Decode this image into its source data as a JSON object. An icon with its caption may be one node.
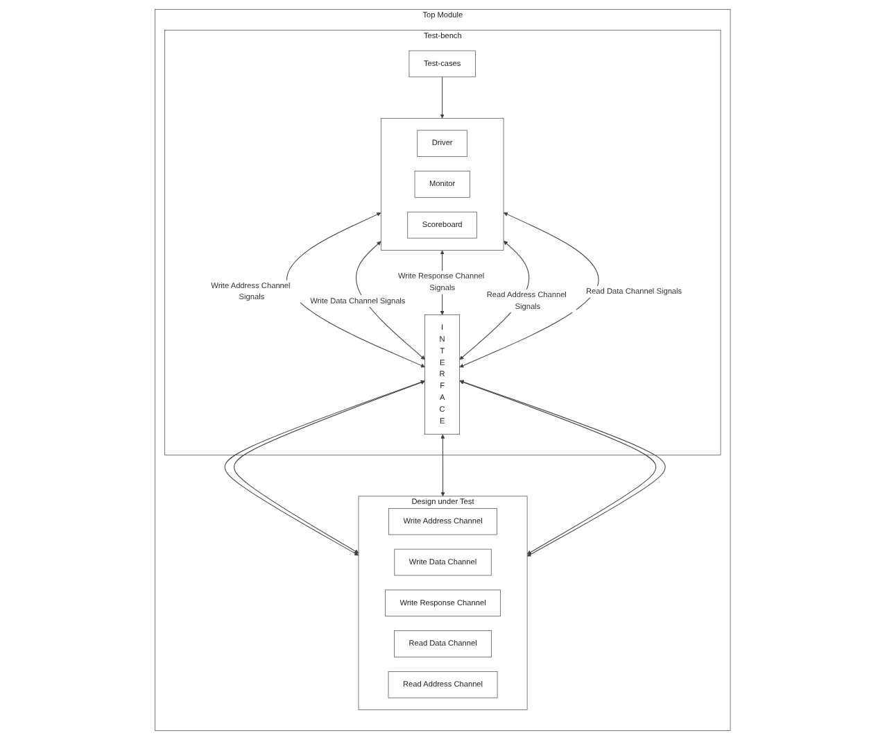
{
  "diagram": {
    "nodes": [
      {
        "text": [
          "Top Module"
        ]
      },
      {
        "text": [
          "Test-bench"
        ],
        "in": 0
      },
      {
        "text": [],
        "shape": "box",
        "in": 1
      },
      {
        "text": [
          "Driver"
        ],
        "in": 2
      },
      {
        "text": [
          "Monitor"
        ],
        "in": 2
      },
      {
        "text": [
          "Scoreboard"
        ],
        "in": 2
      },
      {
        "text": [
          "Test-cases"
        ],
        "in": 1
      },
      {
        "text": [
          "I N T E R F A C E"
        ],
        "in": 1
      },
      {
        "text": [
          "Design under Test"
        ],
        "in": 0
      },
      {
        "text": [
          "Write Address Channel"
        ],
        "in": 8
      },
      {
        "text": [
          "Write Data Channel"
        ],
        "in": 8
      },
      {
        "text": [
          "Write Response Channel"
        ],
        "in": 8
      },
      {
        "text": [
          "Read Data Channel"
        ],
        "in": 8
      },
      {
        "text": [
          "Read Address Channel"
        ],
        "in": 8
      }
    ],
    "edges": [
      {
        "from": 2,
        "to": 7,
        "arrow": "both",
        "label": "Write Address Channel Signals"
      },
      {
        "from": 2,
        "to": 7,
        "arrow": "both",
        "label": "Write Data Channel Signals"
      },
      {
        "from": 2,
        "to": 7,
        "arrow": "both",
        "label": "Write Response Channel Signals"
      },
      {
        "from": 2,
        "to": 7,
        "arrow": "both",
        "label": "Read Address Channel Signals"
      },
      {
        "from": 2,
        "to": 7,
        "arrow": "both",
        "label": "Read Data Channel Signals"
      },
      {
        "from": 7,
        "to": 8,
        "arrow": "both"
      },
      {
        "from": 7,
        "to": 8,
        "arrow": "both"
      },
      {
        "from": 7,
        "to": 8,
        "arrow": "both"
      },
      {
        "from": 7,
        "to": 8,
        "arrow": "both"
      },
      {
        "from": 7,
        "to": 8,
        "arrow": "both"
      },
      {
        "from": 6,
        "to": 2,
        "arrow": "to"
      }
    ]
  }
}
